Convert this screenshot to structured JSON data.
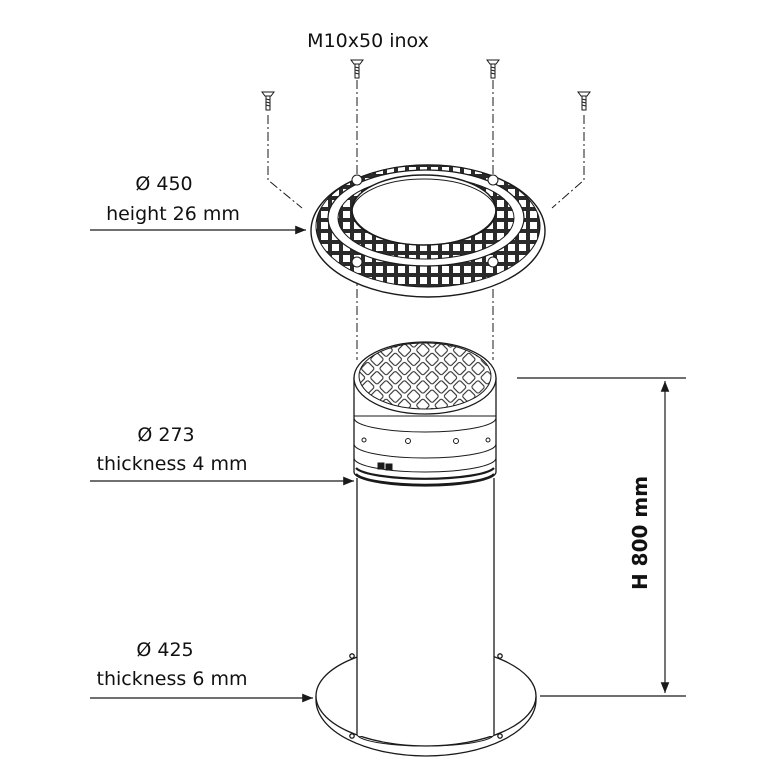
{
  "screw_label": "M10x50 inox",
  "ring": {
    "diameter": "Ø 450",
    "height": "height 26 mm"
  },
  "tube": {
    "diameter": "Ø 273",
    "thickness": "thickness 4 mm"
  },
  "base": {
    "diameter": "Ø 425",
    "thickness": "thickness 6 mm"
  },
  "height_dim": "H 800 mm",
  "colors": {
    "line": "#1a1a1a",
    "fill": "#ffffff",
    "ring_fill": "#d8d8d8"
  }
}
